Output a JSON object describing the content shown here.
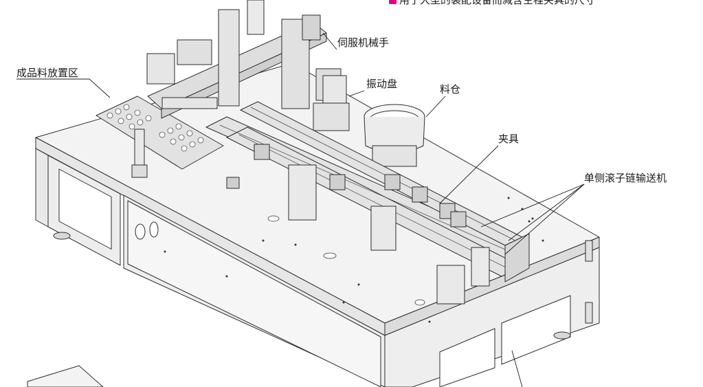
{
  "top_note": "用于大型的装配设备而减含空程夹具的尺寸",
  "labels": {
    "servo_arm": "伺服机械手",
    "finished_area": "成品料放置区",
    "vibration_bowl": "振动盘",
    "hopper": "料仓",
    "fixture": "夹具",
    "roller_chain_conveyor": "单侧滚子链输送机"
  },
  "colors": {
    "accent": "#e4007f",
    "line": "#2b2b2b",
    "panel": "#f2f2f2"
  }
}
